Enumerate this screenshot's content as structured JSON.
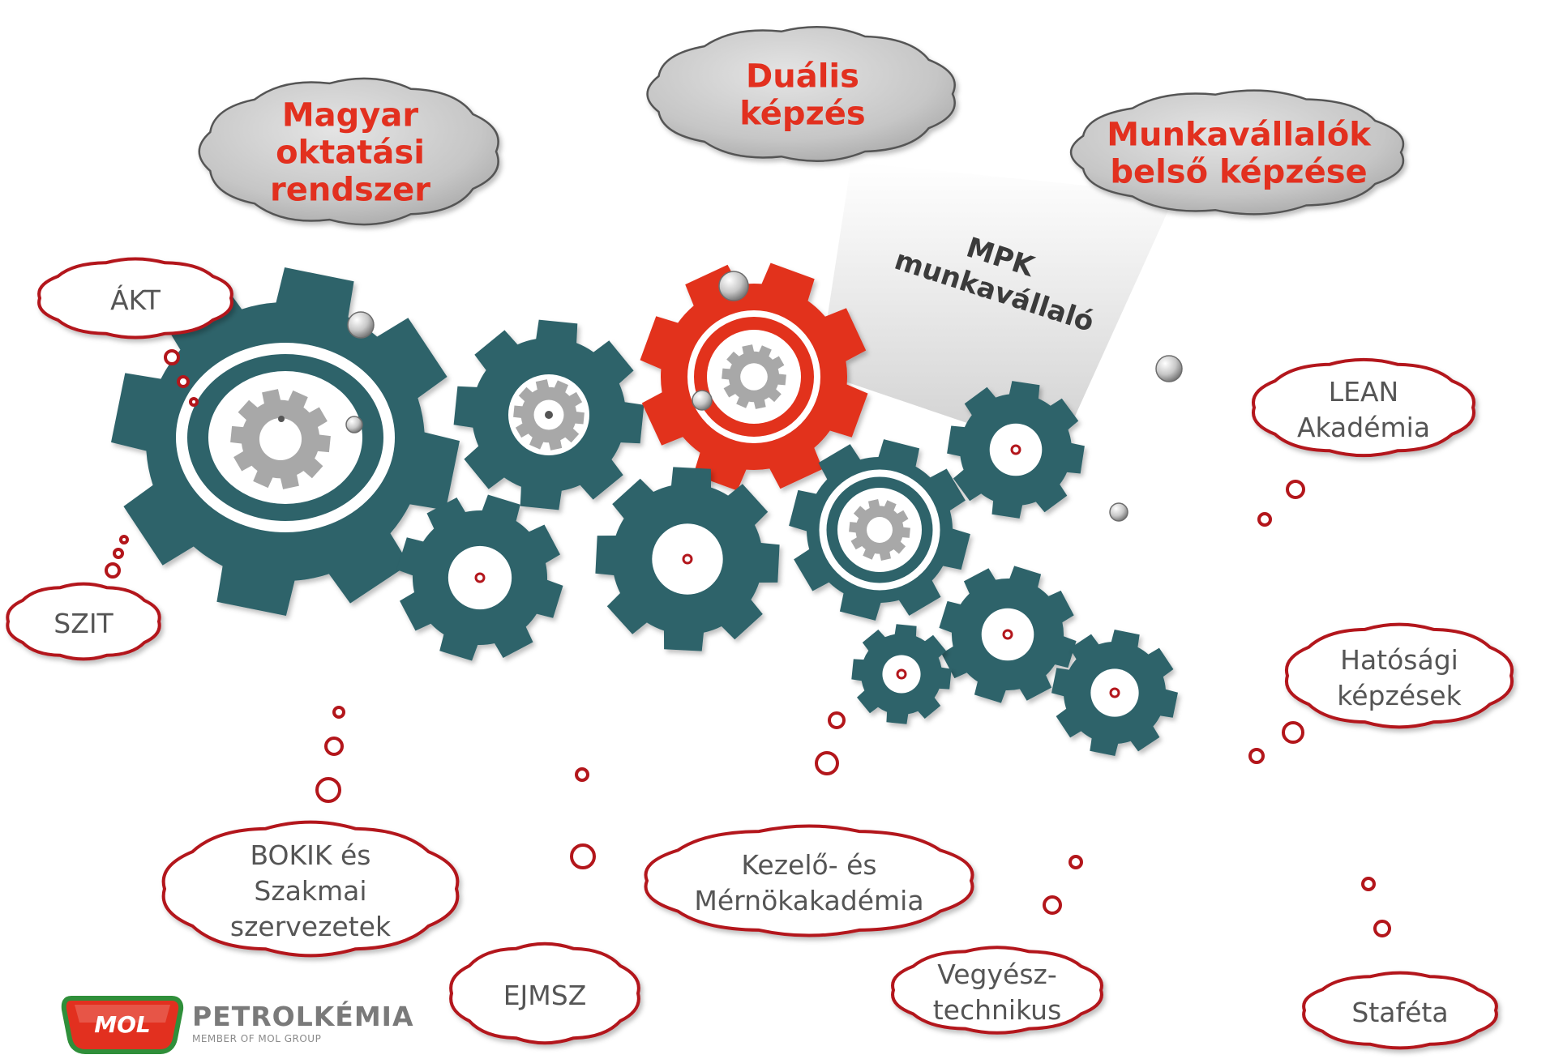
{
  "colors": {
    "gear_teal": "#2e636b",
    "gear_red": "#e2301f",
    "cloud_grey_fill": "#c4c4c4",
    "cloud_outline_red": "#b3161b",
    "heading_red": "#e2301f"
  },
  "top_clouds": [
    {
      "lines": [
        "Magyar",
        "oktatási",
        "rendszer"
      ]
    },
    {
      "lines": [
        "Duális",
        "képzés"
      ]
    },
    {
      "lines": [
        "Munkavállalók",
        "belső képzése"
      ]
    }
  ],
  "beam": {
    "lines": [
      "MPK",
      "munkavállaló"
    ]
  },
  "side_clouds": [
    {
      "lines": [
        "ÁKT"
      ]
    },
    {
      "lines": [
        "SZIT"
      ]
    },
    {
      "lines": [
        "BOKIK és",
        "Szakmai",
        "szervezetek"
      ]
    },
    {
      "lines": [
        "EJMSZ"
      ]
    },
    {
      "lines": [
        "Kezelő- és",
        "Mérnökakadémia"
      ]
    },
    {
      "lines": [
        "Vegyész-",
        "technikus"
      ]
    },
    {
      "lines": [
        "LEAN",
        "Akadémia"
      ]
    },
    {
      "lines": [
        "Hatósági",
        "képzések"
      ]
    },
    {
      "lines": [
        "Staféta"
      ]
    }
  ],
  "logo": {
    "brand": "MOL",
    "company": "PETROLKÉMIA",
    "tagline": "MEMBER OF MOL GROUP"
  }
}
